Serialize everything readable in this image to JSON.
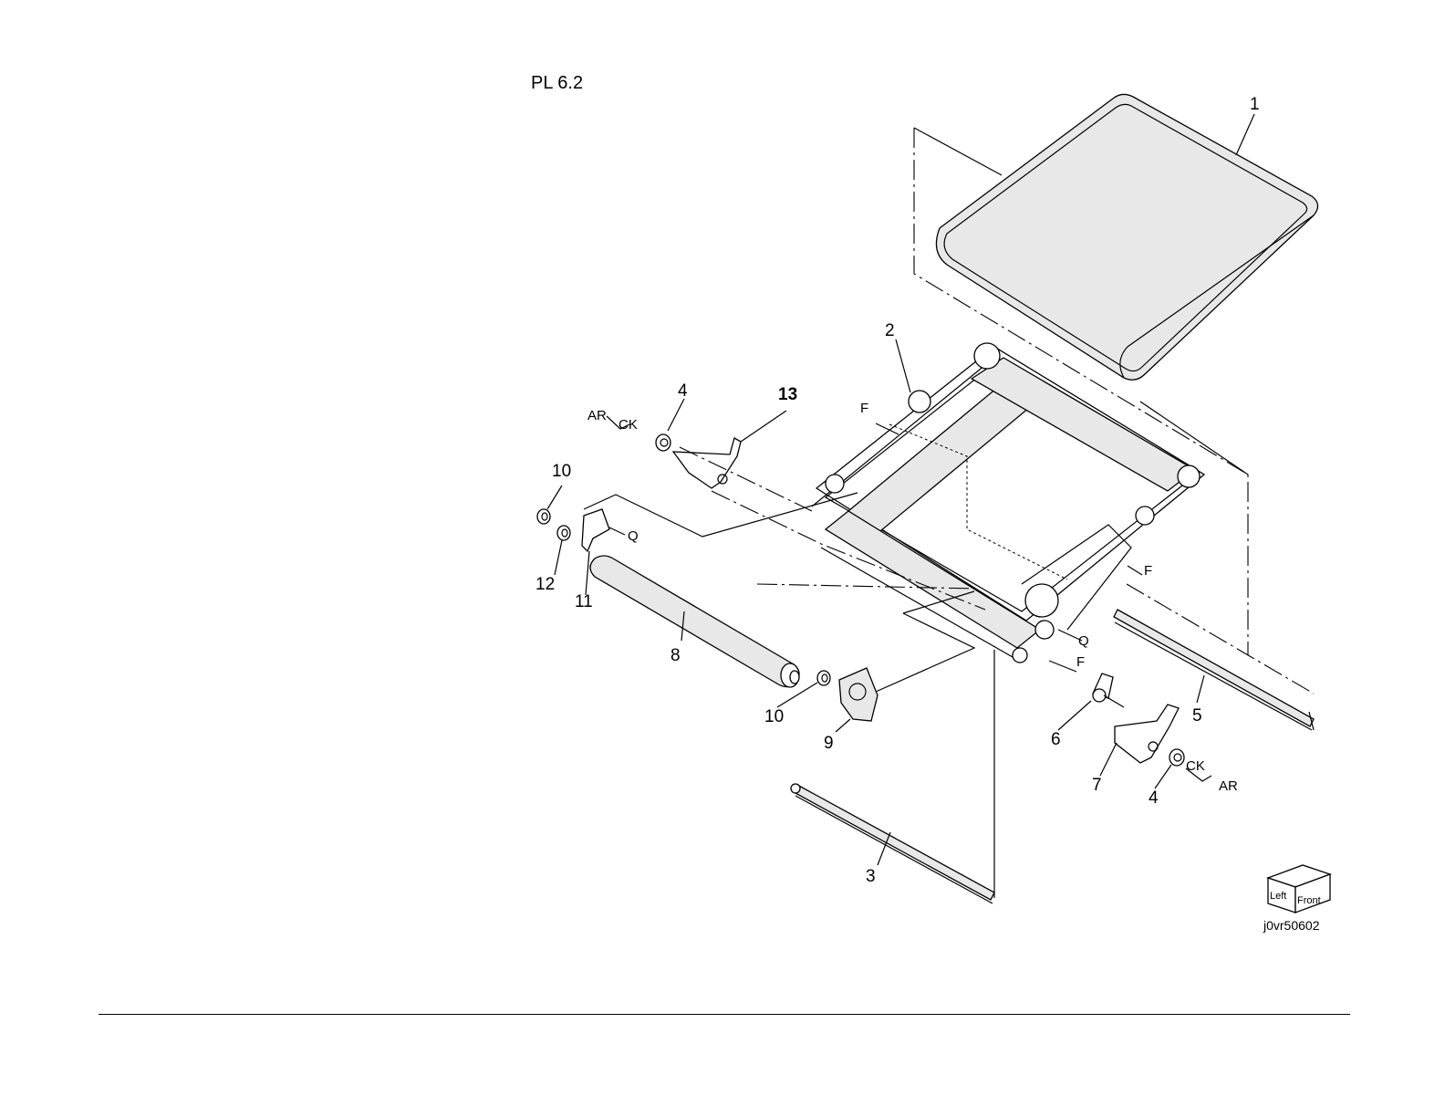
{
  "plate_label": "PL 6.2",
  "figure_id": "j0vr50602",
  "orientation_box": {
    "left_label": "Left",
    "front_label": "Front"
  },
  "callouts": {
    "c1": "1",
    "c2": "2",
    "c3": "3",
    "c4a": "4",
    "c4b": "4",
    "c5": "5",
    "c6": "6",
    "c7": "7",
    "c8": "8",
    "c9": "9",
    "c10a": "10",
    "c10b": "10",
    "c11": "11",
    "c12": "12",
    "c13": "13"
  },
  "refs": {
    "ar_left": "AR",
    "ck_left": "CK",
    "ar_right": "AR",
    "ck_right": "CK",
    "f_top": "F",
    "f_right": "F",
    "f_bottom": "F",
    "q_left": "Q",
    "q_right": "Q"
  }
}
